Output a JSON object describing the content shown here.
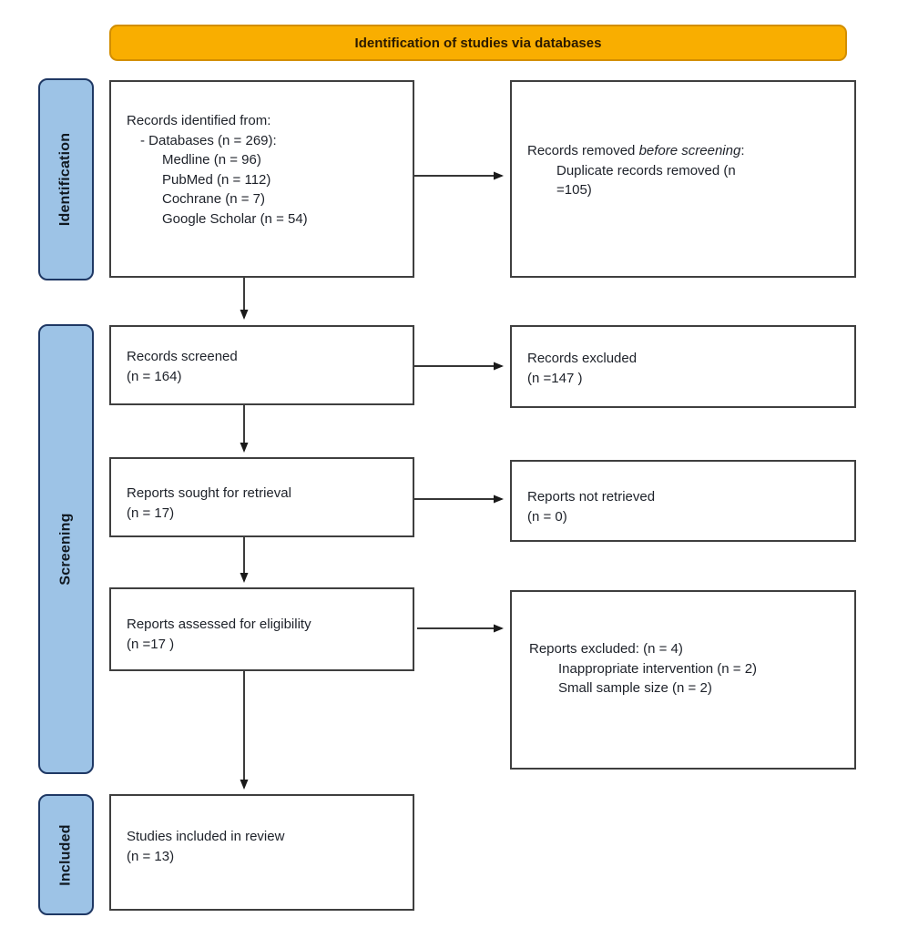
{
  "header": {
    "label": "Identification of studies via databases"
  },
  "colors": {
    "banner_fill": "#F9AE00",
    "banner_border": "#D28E00",
    "sidebar_fill": "#9DC3E6",
    "sidebar_border": "#1F3864",
    "box_border": "#3F3F3F",
    "arrow": "#1A1A1A",
    "text": "#1D2129"
  },
  "sidebars": [
    {
      "id": "identification",
      "label": "Identification"
    },
    {
      "id": "screening",
      "label": "Screening"
    },
    {
      "id": "included",
      "label": "Included"
    }
  ],
  "boxes": [
    {
      "id": "records-identified-from",
      "lines": [
        {
          "indent": 0,
          "segments": [
            {
              "text": "Records identified from:"
            }
          ]
        },
        {
          "indent": 1,
          "segments": [
            {
              "text": "- Databases (n = 269):"
            }
          ]
        },
        {
          "indent": 3,
          "segments": [
            {
              "text": "Medline (n = 96)"
            }
          ]
        },
        {
          "indent": 3,
          "segments": [
            {
              "text": "PubMed (n = 112)"
            }
          ]
        },
        {
          "indent": 3,
          "segments": [
            {
              "text": "Cochrane (n = 7)"
            }
          ]
        },
        {
          "indent": 3,
          "segments": [
            {
              "text": "Google Scholar (n = 54)"
            }
          ]
        }
      ]
    },
    {
      "id": "records-removed-before-screening",
      "lines": [
        {
          "indent": 0,
          "segments": [
            {
              "text": "Records removed "
            },
            {
              "text": "before screening",
              "italic": true
            },
            {
              "text": ":"
            }
          ]
        },
        {
          "indent": 2,
          "segments": [
            {
              "text": "Duplicate records removed  (n"
            }
          ]
        },
        {
          "indent": 2,
          "segments": [
            {
              "text": "=105)"
            }
          ]
        }
      ]
    },
    {
      "id": "records-screened",
      "lines": [
        {
          "indent": 0,
          "segments": [
            {
              "text": "Records screened"
            }
          ]
        },
        {
          "indent": 0,
          "segments": [
            {
              "text": "(n = 164)"
            }
          ]
        }
      ]
    },
    {
      "id": "records-excluded",
      "lines": [
        {
          "indent": 0,
          "segments": [
            {
              "text": "Records excluded"
            }
          ]
        },
        {
          "indent": 0,
          "segments": [
            {
              "text": "(n =147 )"
            }
          ]
        }
      ]
    },
    {
      "id": "reports-sought-for-retrieval",
      "lines": [
        {
          "indent": 0,
          "segments": [
            {
              "text": "Reports sought for retrieval"
            }
          ]
        },
        {
          "indent": 0,
          "segments": [
            {
              "text": "(n = 17)"
            }
          ]
        }
      ]
    },
    {
      "id": "reports-not-retrieved",
      "lines": [
        {
          "indent": 0,
          "segments": [
            {
              "text": "Reports not retrieved"
            }
          ]
        },
        {
          "indent": 0,
          "segments": [
            {
              "text": "(n = 0)"
            }
          ]
        }
      ]
    },
    {
      "id": "reports-assessed-for-eligibility",
      "lines": [
        {
          "indent": 0,
          "segments": [
            {
              "text": "Reports assessed for eligibility"
            }
          ]
        },
        {
          "indent": 0,
          "segments": [
            {
              "text": "(n =17 )"
            }
          ]
        }
      ]
    },
    {
      "id": "reports-excluded",
      "lines": [
        {
          "indent": 0,
          "segments": [
            {
              "text": "Reports excluded: (n = 4)"
            }
          ]
        },
        {
          "indent": 2,
          "segments": [
            {
              "text": "Inappropriate intervention (n = 2)"
            }
          ]
        },
        {
          "indent": 2,
          "segments": [
            {
              "text": "Small sample size (n = 2)"
            }
          ]
        }
      ]
    },
    {
      "id": "studies-included-in-review",
      "lines": [
        {
          "indent": 0,
          "segments": [
            {
              "text": "Studies included in review"
            }
          ]
        },
        {
          "indent": 0,
          "segments": [
            {
              "text": "(n = 13)"
            }
          ]
        }
      ]
    }
  ]
}
